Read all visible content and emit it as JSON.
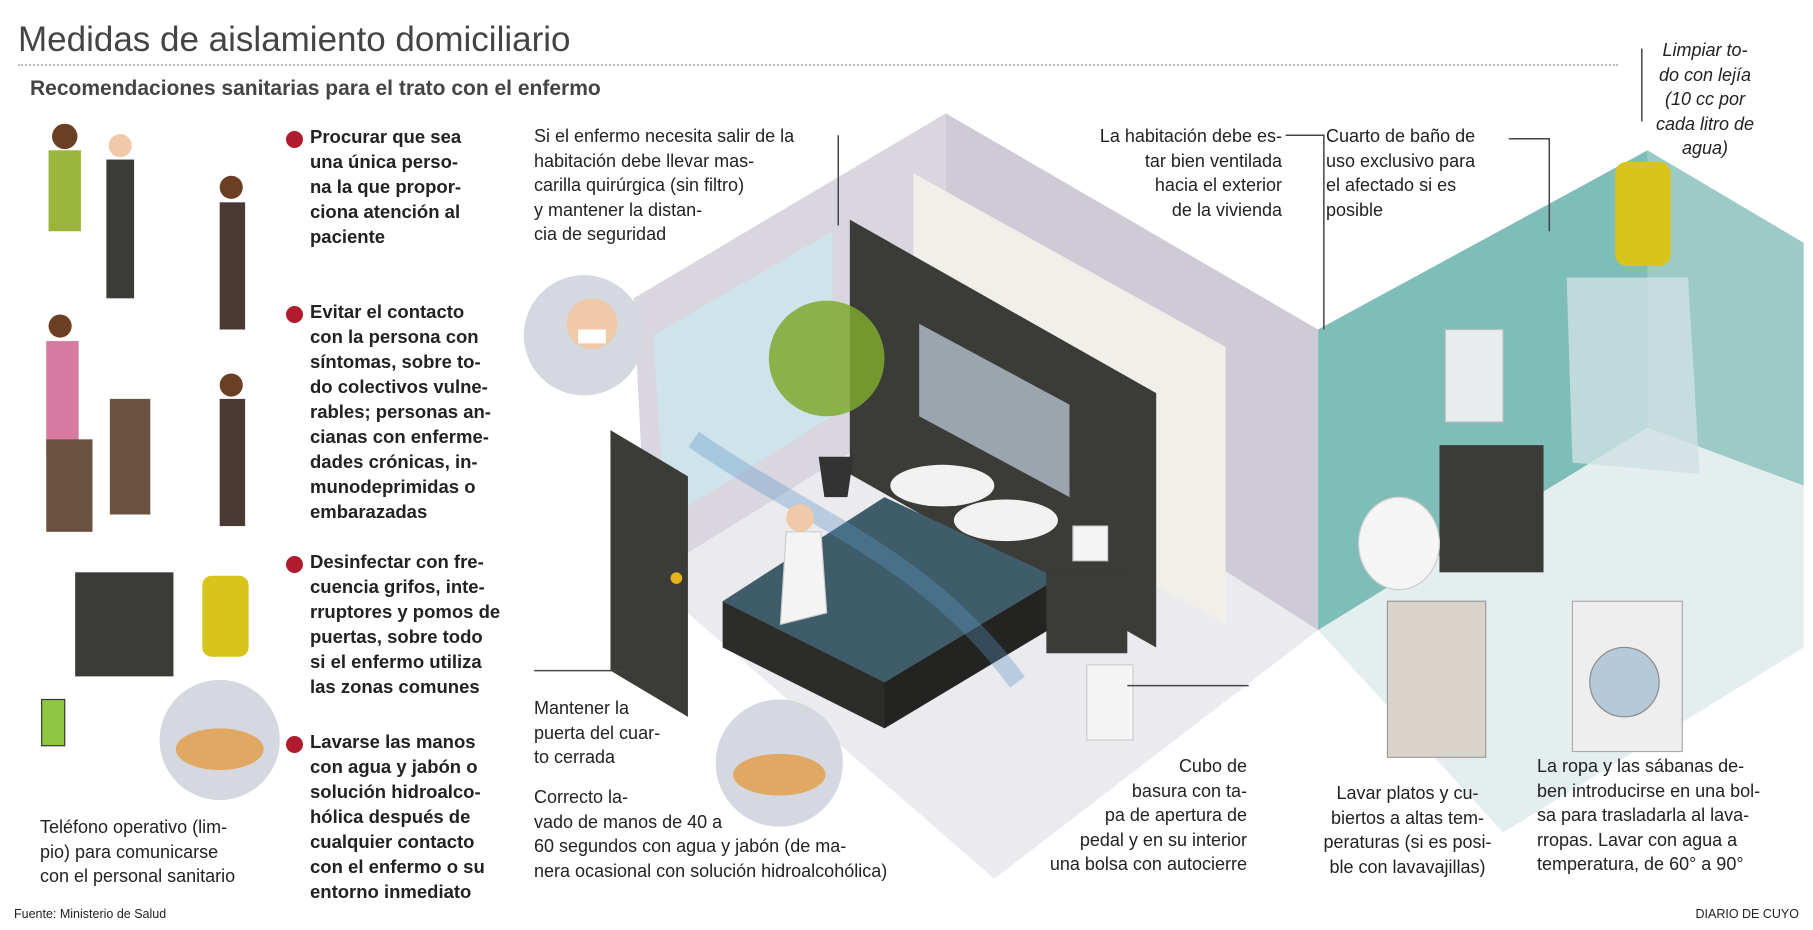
{
  "header": {
    "title": "Medidas de aislamiento domiciliario",
    "subtitle": "Recomendaciones sanitarias para el trato con el enfermo"
  },
  "bullets": [
    {
      "text": "Procurar que sea\nuna única perso-\nna la que propor-\nciona atención al\npaciente"
    },
    {
      "text": "Evitar el contacto\ncon la persona con\nsíntomas, sobre to-\ndo colectivos vulne-\nrables; personas an-\ncianas con enferme-\ndades crónicas, in-\nmunodeprimidas o\nembarazadas"
    },
    {
      "text": "Desinfectar con fre-\ncuencia grifos, inte-\nrruptores y pomos de\npuertas, sobre todo\nsi el enfermo utiliza\nlas zonas comunes"
    },
    {
      "text": "Lavarse las manos\ncon agua y jabón o\nsolución hidroalco-\nhólica después de\ncualquier contacto\ncon el enfermo o su\nentorno inmediato"
    }
  ],
  "phone_caption": "Teléfono operativo (lim-\npio) para comunicarse\ncon el personal sanitario",
  "notes": {
    "mask": "Si el enfermo necesita salir de la\nhabitación debe llevar mas-\ncarilla quirúrgica (sin filtro)\ny mantener la distan-\ncia de seguridad",
    "ventilation": "La habitación debe es-\ntar bien ventilada\nhacia el exterior\nde la vivienda",
    "bathroom": "Cuarto de baño de\nuso exclusivo para\nel afectado si es\nposible",
    "bleach": "Limpiar to-\ndo con lejía\n(10 cc por\ncada litro de\nagua)",
    "door": "Mantener la\npuerta del cuar-\nto cerrada",
    "handwash": "Correcto la-\nvado de manos de 40 a\n60 segundos con agua y jabón (de ma-\nnera ocasional con solución hidroalcohólica)",
    "bin": "Cubo de\nbasura con ta-\npa de apertura de\npedal y en su interior\nuna bolsa con autocierre",
    "dishes": "Lavar platos y cu-\nbiertos a altas tem-\nperaturas (si es posi-\nble con lavavajillas)",
    "laundry": "La ropa y las sábanas de-\nben introducirse en una bol-\nsa para trasladarla al lava-\nrropas. Lavar con agua a\ntemperatura, de 60° a 90°"
  },
  "footer": {
    "source": "Fuente: Ministerio de Salud",
    "brand": "DIARIO DE CUYO"
  },
  "colors": {
    "accent_red": "#b01c2e",
    "teal_wall": "#7fbdb9",
    "dark_wall": "#3b3b38",
    "bed": "#3f5c6a",
    "yellow": "#d8c41a"
  }
}
